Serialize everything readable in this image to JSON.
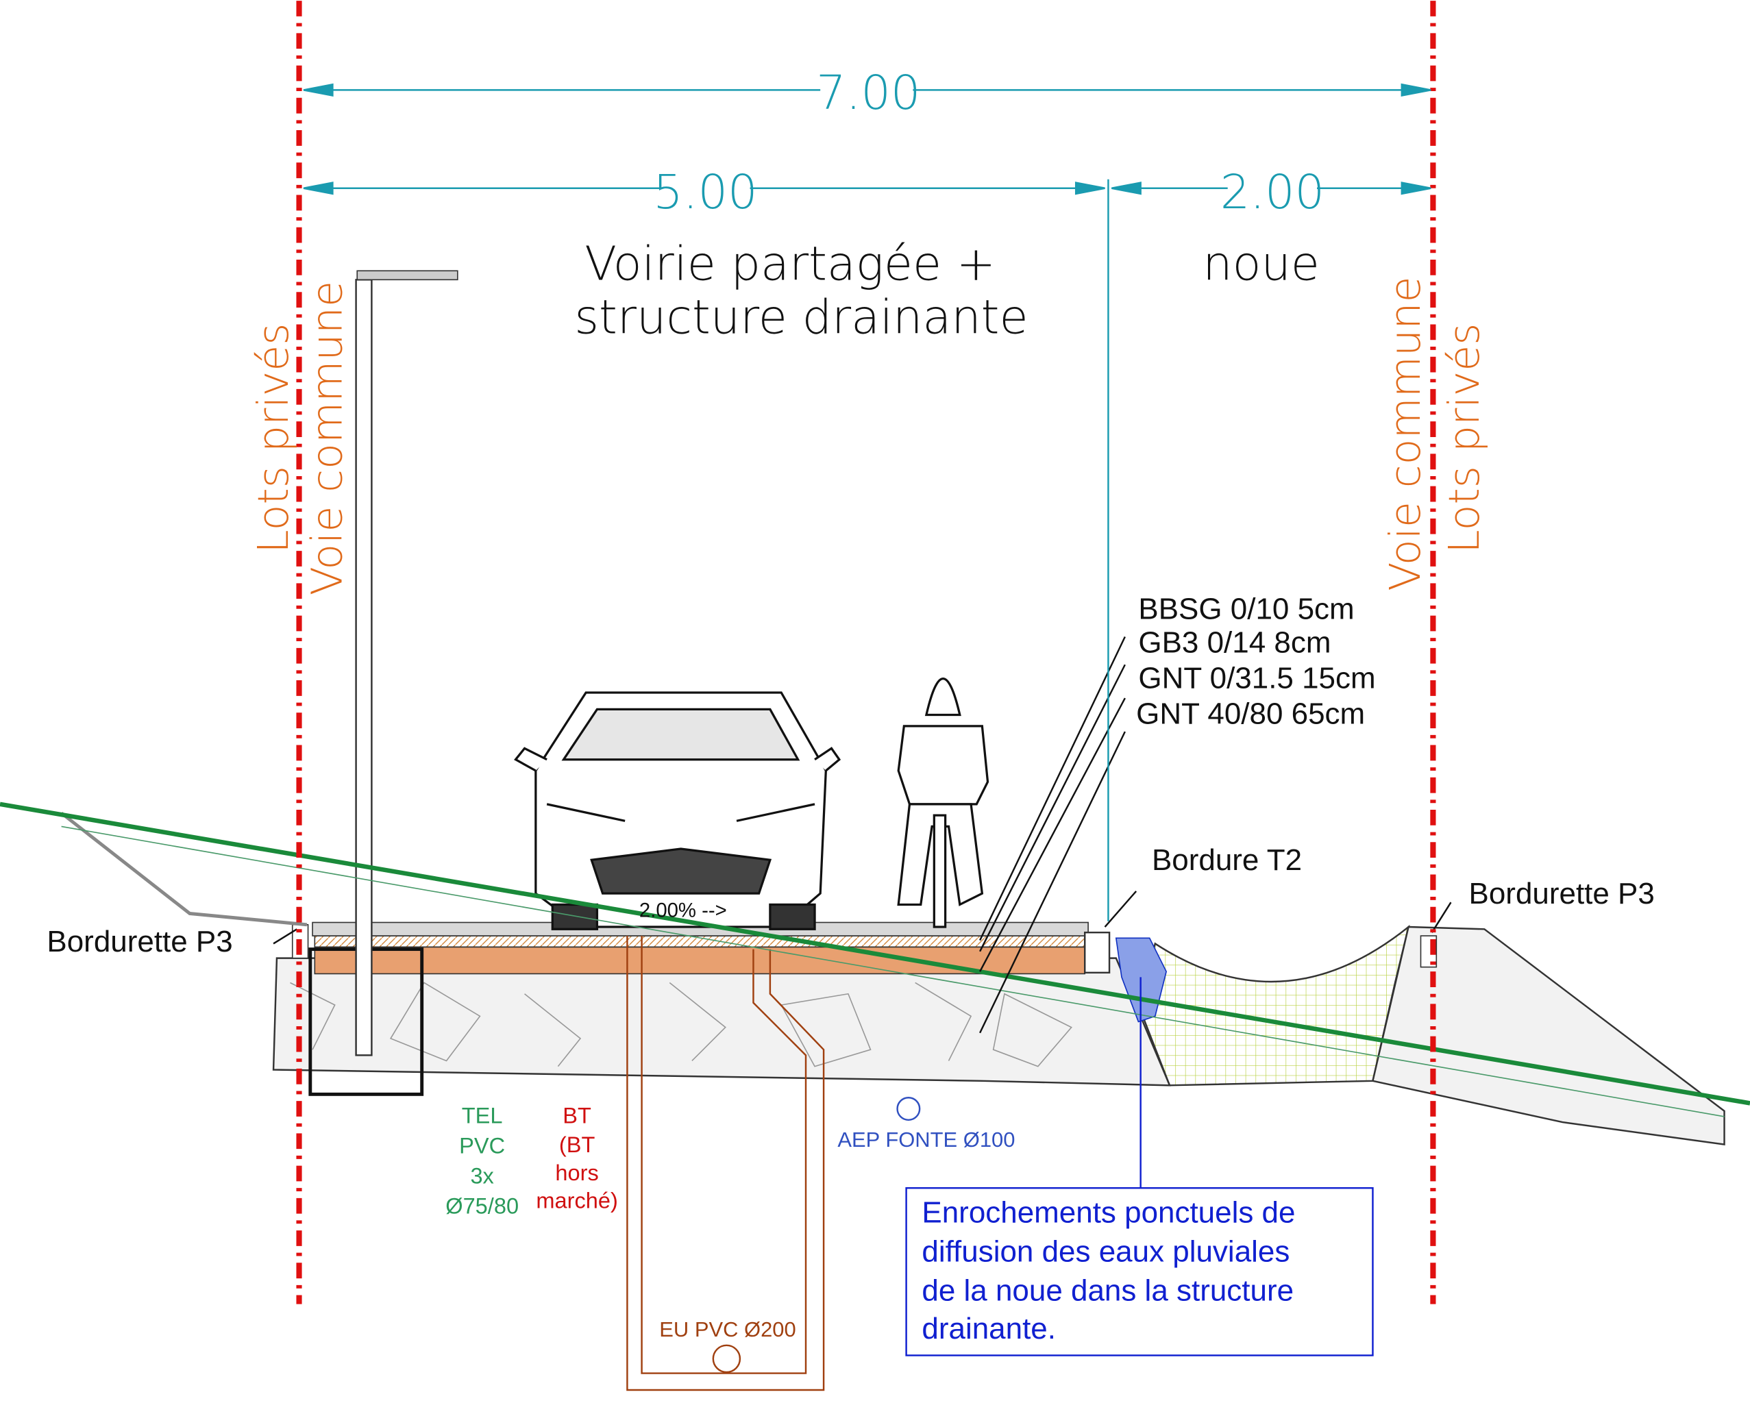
{
  "dimensions": {
    "total": "7.00",
    "road": "5.00",
    "noue": "2.00"
  },
  "zones": {
    "road_line1": "Voirie partagée +",
    "road_line2": "structure drainante",
    "noue": "noue"
  },
  "boundaries": {
    "left_outer": "Lots privés",
    "left_inner": "Voie commune",
    "right_inner": "Voie commune",
    "right_outer": "Lots privés"
  },
  "layers": [
    "BBSG 0/10 5cm",
    "GB3 0/14 8cm",
    "GNT 0/31.5 15cm",
    "GNT 40/80 65cm"
  ],
  "curbs": {
    "t2": "Bordure T2",
    "p3_right": "Bordurette P3",
    "p3_left": "Bordurette P3"
  },
  "slope": "2.00% -->",
  "networks": {
    "tel": [
      "TEL",
      "PVC",
      "3x",
      "Ø75/80"
    ],
    "bt": [
      "BT",
      "(BT",
      "hors",
      "marché)"
    ],
    "aep": "AEP FONTE Ø100",
    "eu": "EU PVC Ø200"
  },
  "note": [
    "Enrochements ponctuels de",
    "diffusion des eaux pluviales",
    "de la noue dans la structure",
    "drainante."
  ],
  "colors": {
    "dimension": "#1a9bb0",
    "boundary": "#e06a1a",
    "red_line": "#e01010",
    "terrain": "#1a8a3a",
    "note": "#1020d0",
    "tel": "#2a9a5a",
    "bt": "#d01010",
    "eu": "#a04010"
  }
}
